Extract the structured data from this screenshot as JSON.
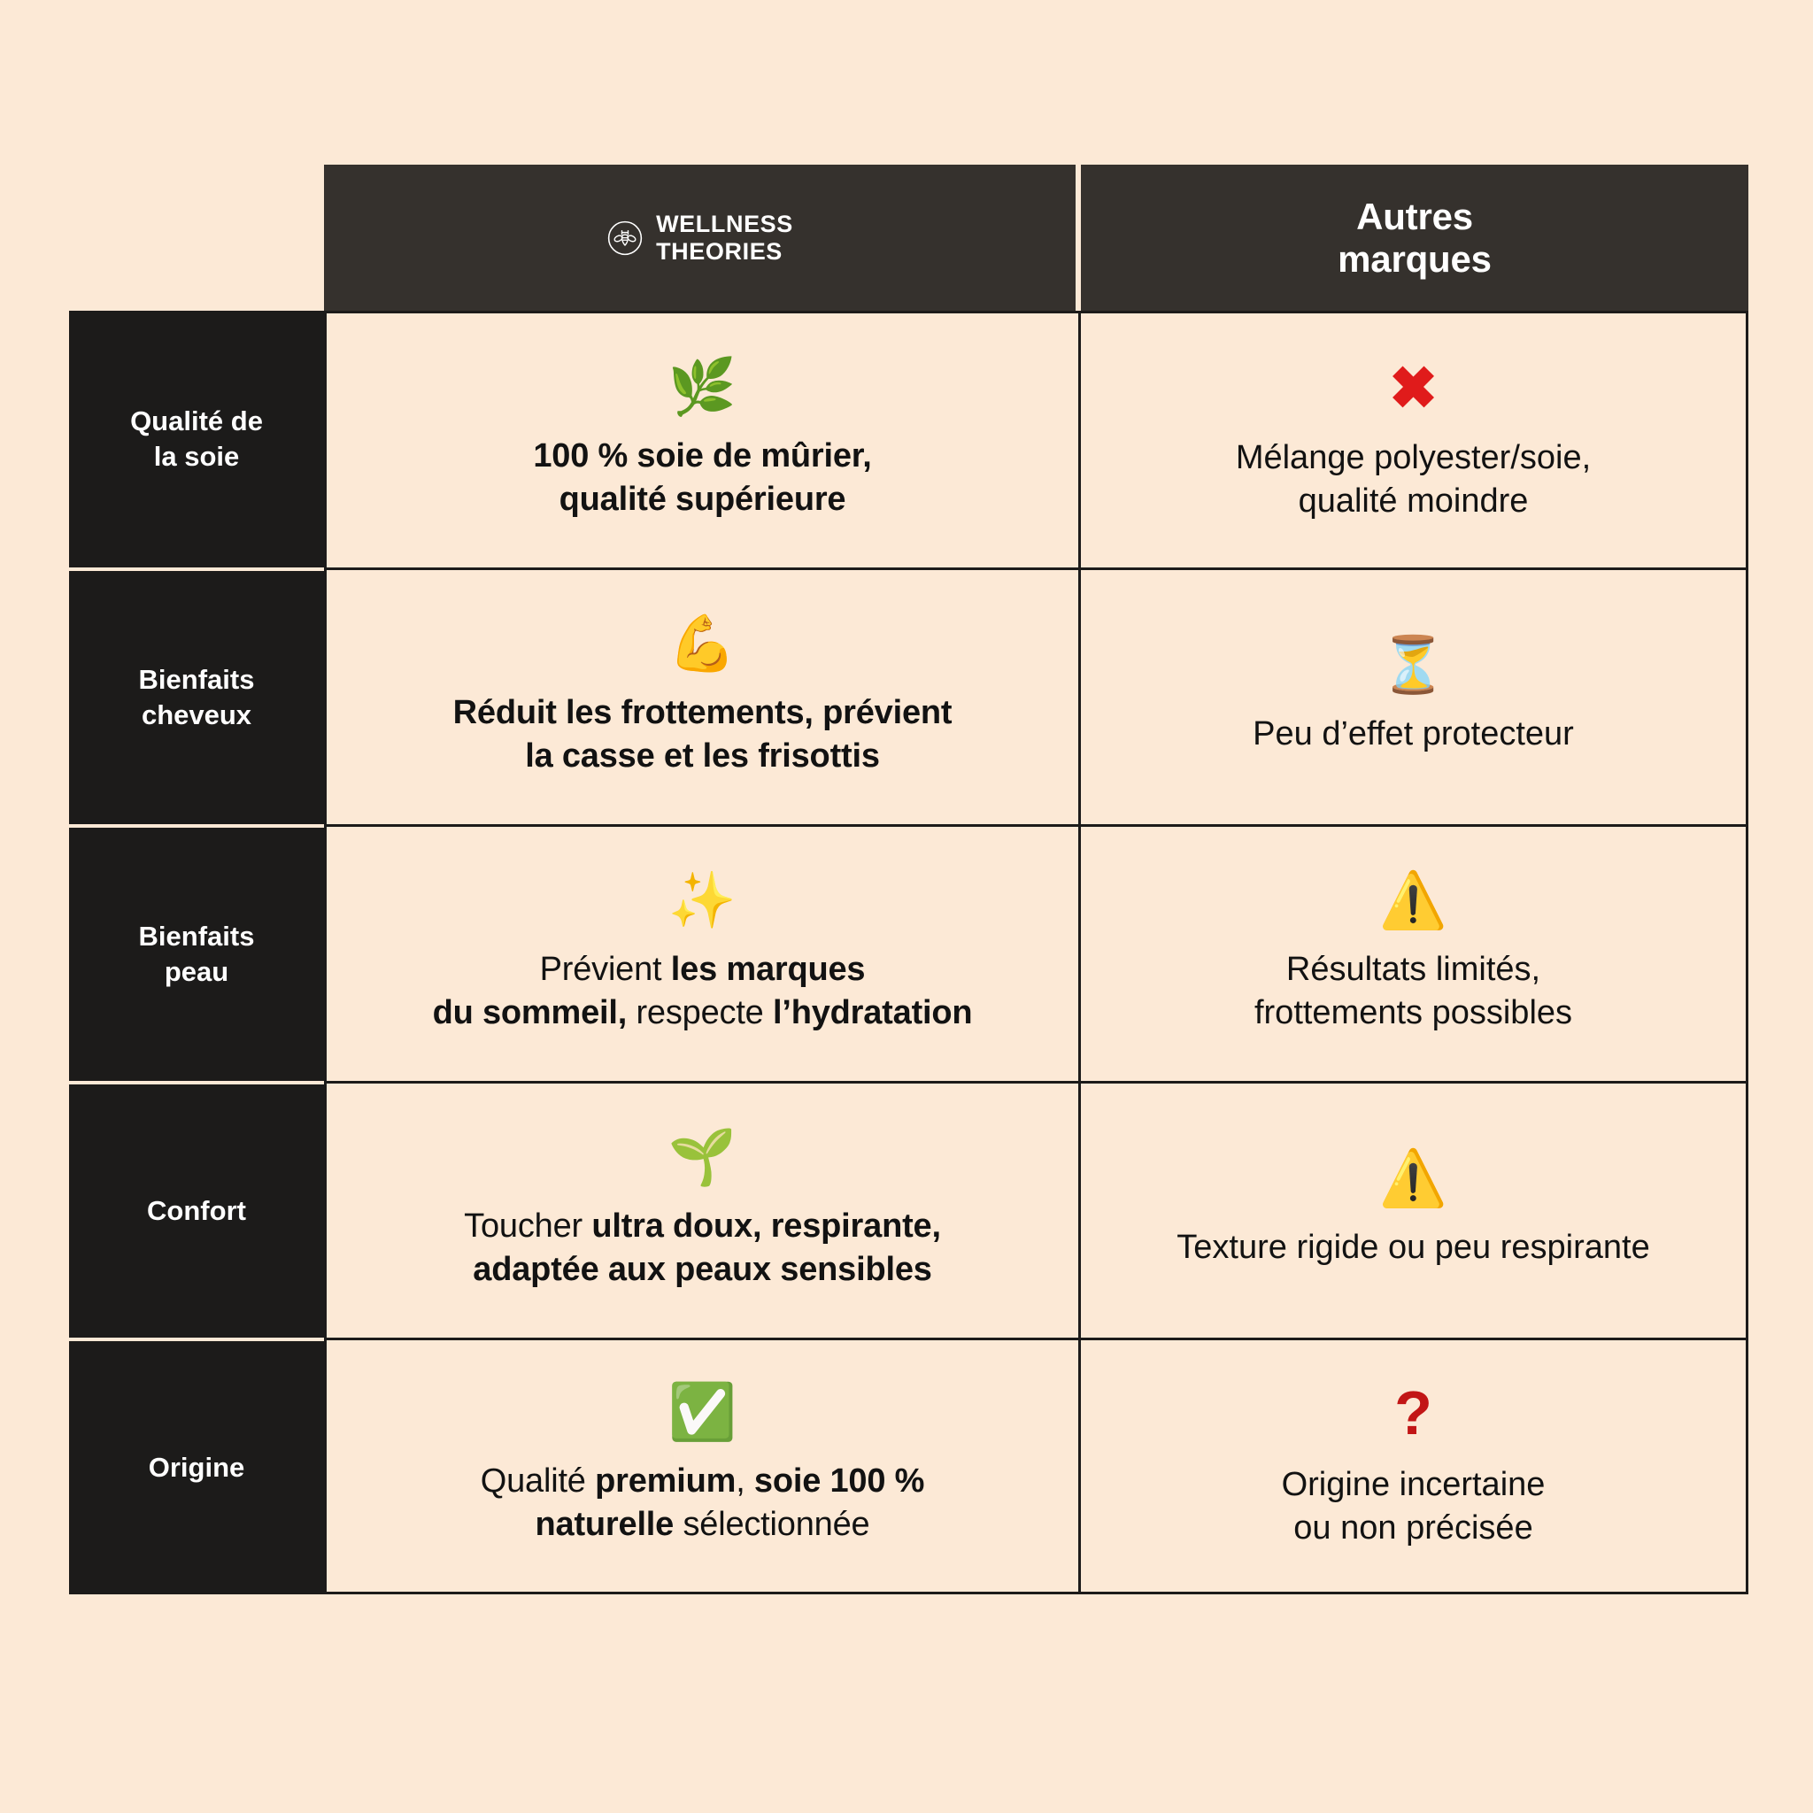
{
  "theme": {
    "background": "#fce9d6",
    "header_bg": "#35312d",
    "label_bg": "#1c1b1a",
    "text_dark": "#121212",
    "text_light": "#ffffff",
    "accent_red": "#e01b1b",
    "question_red": "#c21616"
  },
  "header": {
    "row_label_placeholder": "",
    "brand": {
      "logo_icon": "bee-in-circle-icon",
      "line1": "WELLNESS",
      "line2": "THEORIES"
    },
    "other": {
      "line1": "Autres",
      "line2": "marques"
    }
  },
  "rows": [
    {
      "label": "Qualité de\nla soie",
      "brand": {
        "emoji": "🌿",
        "emoji_name": "herb-icon",
        "bold": true,
        "lines": [
          [
            {
              "t": "100 % soie de mûrier,",
              "b": true
            }
          ],
          [
            {
              "t": "qualité supérieure",
              "b": true
            }
          ]
        ]
      },
      "other": {
        "emoji": "✖",
        "emoji_name": "cross-mark-icon",
        "emoji_style": "glyph-x",
        "lines": [
          [
            {
              "t": "Mélange polyester/soie,",
              "b": false
            }
          ],
          [
            {
              "t": "qualité moindre",
              "b": false
            }
          ]
        ]
      }
    },
    {
      "label": "Bienfaits\ncheveux",
      "brand": {
        "emoji": "💪",
        "emoji_name": "flexed-biceps-icon",
        "bold": true,
        "lines": [
          [
            {
              "t": "Réduit les frottements, prévient",
              "b": true
            }
          ],
          [
            {
              "t": "la casse et les frisottis",
              "b": true
            }
          ]
        ]
      },
      "other": {
        "emoji": "⏳",
        "emoji_name": "hourglass-icon",
        "lines": [
          [
            {
              "t": "Peu d’effet protecteur",
              "b": false
            }
          ]
        ]
      }
    },
    {
      "label": "Bienfaits\npeau",
      "brand": {
        "emoji": "✨",
        "emoji_name": "sparkles-icon",
        "bold": false,
        "lines": [
          [
            {
              "t": "Prévient ",
              "b": false
            },
            {
              "t": "les marques",
              "b": true
            }
          ],
          [
            {
              "t": "du sommeil,",
              "b": true
            },
            {
              "t": " respecte ",
              "b": false
            },
            {
              "t": "l’hydratation",
              "b": true
            }
          ]
        ]
      },
      "other": {
        "emoji": "⚠️",
        "emoji_name": "warning-icon",
        "lines": [
          [
            {
              "t": "Résultats limités,",
              "b": false
            }
          ],
          [
            {
              "t": "frottements possibles",
              "b": false
            }
          ]
        ]
      }
    },
    {
      "label": "Confort",
      "brand": {
        "emoji": "🌱",
        "emoji_name": "seedling-icon",
        "bold": false,
        "lines": [
          [
            {
              "t": "Toucher ",
              "b": false
            },
            {
              "t": "ultra doux, respirante,",
              "b": true
            }
          ],
          [
            {
              "t": "adaptée aux peaux sensibles",
              "b": true
            }
          ]
        ]
      },
      "other": {
        "emoji": "⚠️",
        "emoji_name": "warning-icon",
        "lines": [
          [
            {
              "t": "Texture rigide ou peu respirante",
              "b": false
            }
          ]
        ]
      }
    },
    {
      "label": "Origine",
      "brand": {
        "emoji": "✅",
        "emoji_name": "check-mark-button-icon",
        "bold": false,
        "lines": [
          [
            {
              "t": "Qualité ",
              "b": false
            },
            {
              "t": "premium",
              "b": true
            },
            {
              "t": ", ",
              "b": false
            },
            {
              "t": "soie 100 %",
              "b": true
            }
          ],
          [
            {
              "t": "naturelle",
              "b": true
            },
            {
              "t": " sélectionnée",
              "b": false
            }
          ]
        ]
      },
      "other": {
        "emoji": "?",
        "emoji_name": "question-mark-icon",
        "emoji_style": "glyph-q",
        "lines": [
          [
            {
              "t": "Origine incertaine",
              "b": false
            }
          ],
          [
            {
              "t": "ou non précisée",
              "b": false
            }
          ]
        ]
      }
    }
  ]
}
